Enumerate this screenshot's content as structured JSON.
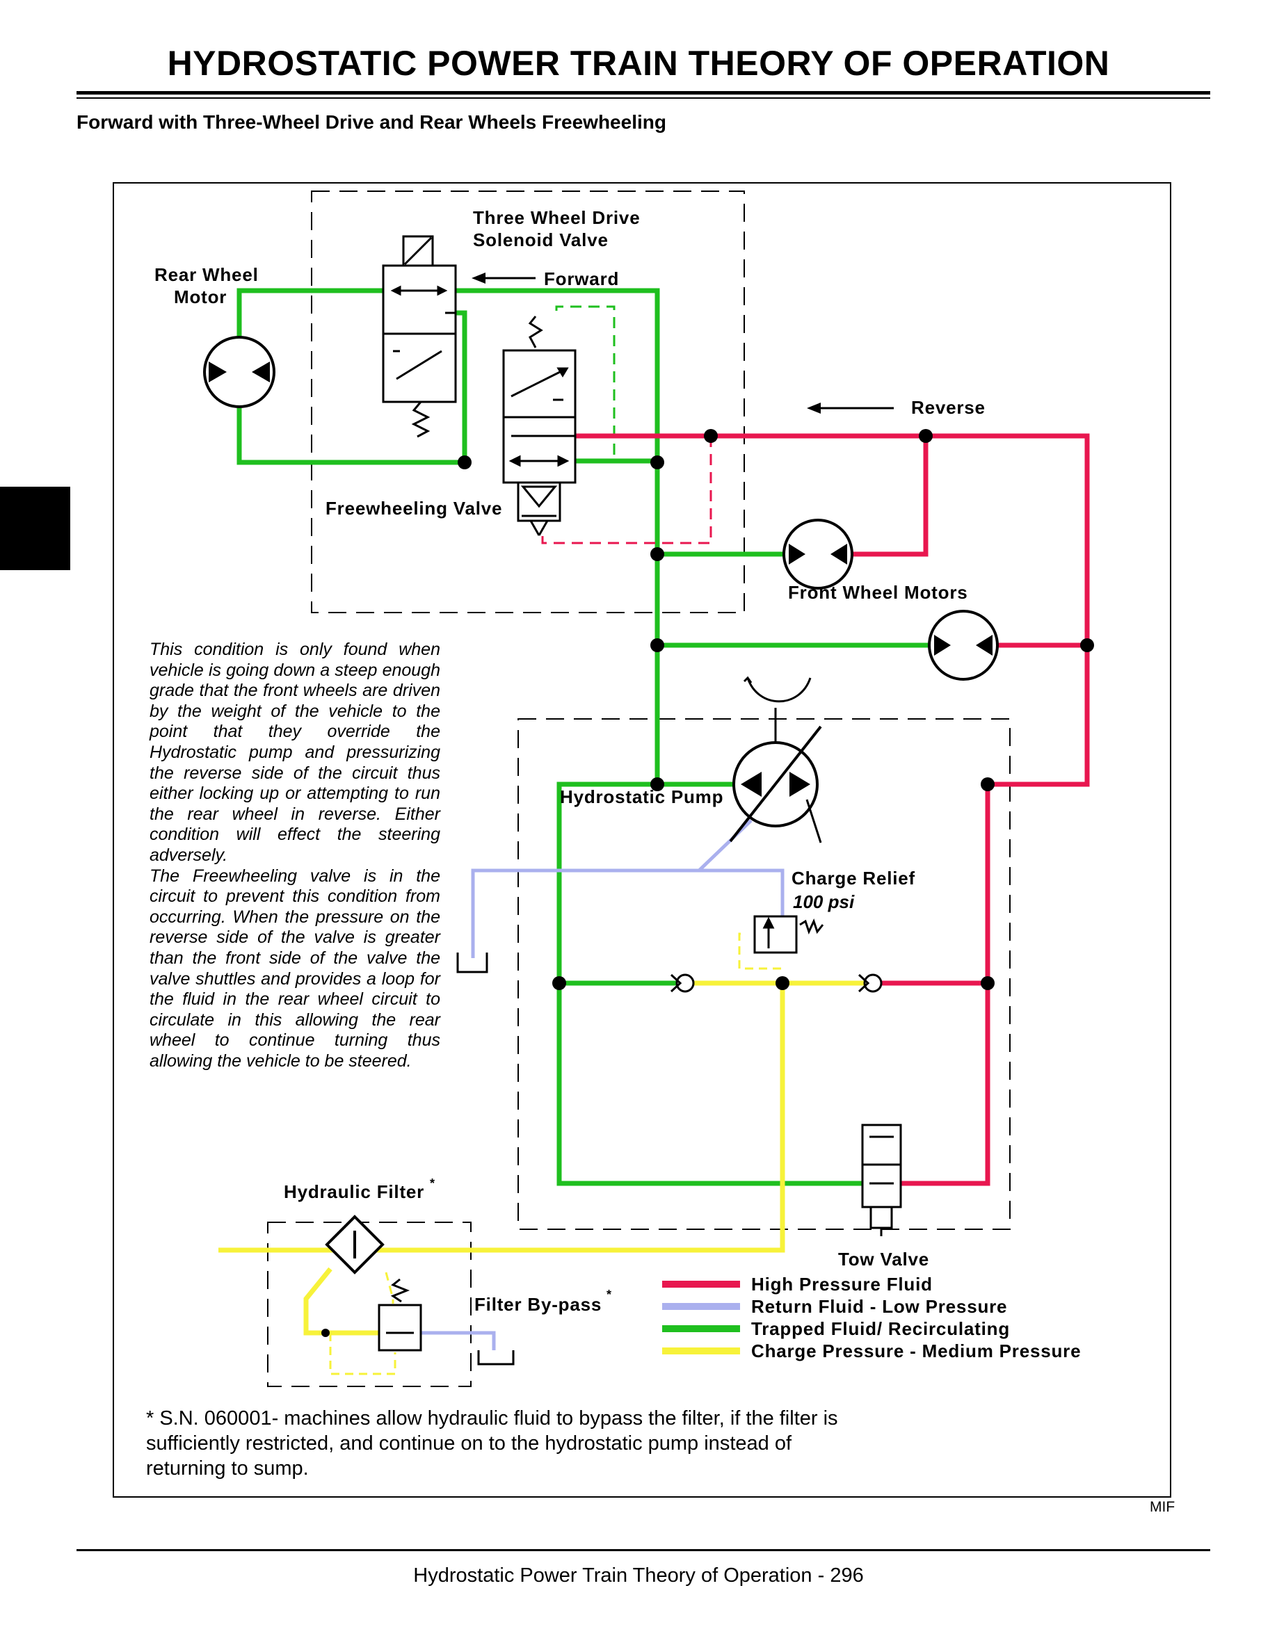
{
  "page": {
    "title": "HYDROSTATIC POWER TRAIN   THEORY OF OPERATION",
    "subtitle": "Forward with Three-Wheel Drive and Rear Wheels Freewheeling",
    "footer": "Hydrostatic Power Train   Theory of Operation  - 296",
    "mif": "MIF"
  },
  "labels": {
    "three_wheel_drive": "Three Wheel Drive",
    "solenoid_valve": "Solenoid Valve",
    "rear_wheel": "Rear Wheel",
    "motor": "Motor",
    "forward": "Forward",
    "reverse": "Reverse",
    "freewheeling_valve": "Freewheeling Valve",
    "front_wheel_motors": "Front Wheel Motors",
    "hydrostatic_pump": "Hydrostatic Pump",
    "charge_relief": "Charge Relief",
    "charge_relief_psi": "100 psi",
    "hydraulic_filter": "Hydraulic Filter",
    "filter_bypass": "Filter By-pass",
    "asterisk": "*",
    "tow_valve": "Tow Valve"
  },
  "note": {
    "p1": "This condition is only found when vehicle is going down a steep enough grade that the front wheels are driven by the weight of the vehicle to the point that they override the Hydrostatic pump and pressurizing the reverse side of the circuit thus either locking up or attempting to run the rear wheel in reverse. Either condition will effect the steering adversely.",
    "p2": "The Freewheeling valve is in the circuit to prevent this condition from occurring. When the pressure on the reverse side of the valve is greater than the front side of the valve the valve shuttles and provides a loop for the fluid in the rear wheel circuit to circulate in this allowing the rear wheel to continue turning thus allowing the vehicle to be steered."
  },
  "legend": [
    {
      "label": "High Pressure Fluid",
      "color": "#e8174f"
    },
    {
      "label": "Return Fluid - Low Pressure",
      "color": "#aab0ee"
    },
    {
      "label": "Trapped Fluid/ Recirculating",
      "color": "#1fbf1f"
    },
    {
      "label": "Charge Pressure - Medium Pressure",
      "color": "#f7f23a"
    }
  ],
  "footnote": "* S.N. 060001- machines allow hydraulic fluid to bypass the filter, if the filter is sufficiently restricted, and continue on to the hydrostatic pump instead of returning to sump.",
  "colors": {
    "high": "#e8174f",
    "ret": "#aab0ee",
    "trapped": "#1fbf1f",
    "charge": "#f7f23a"
  }
}
